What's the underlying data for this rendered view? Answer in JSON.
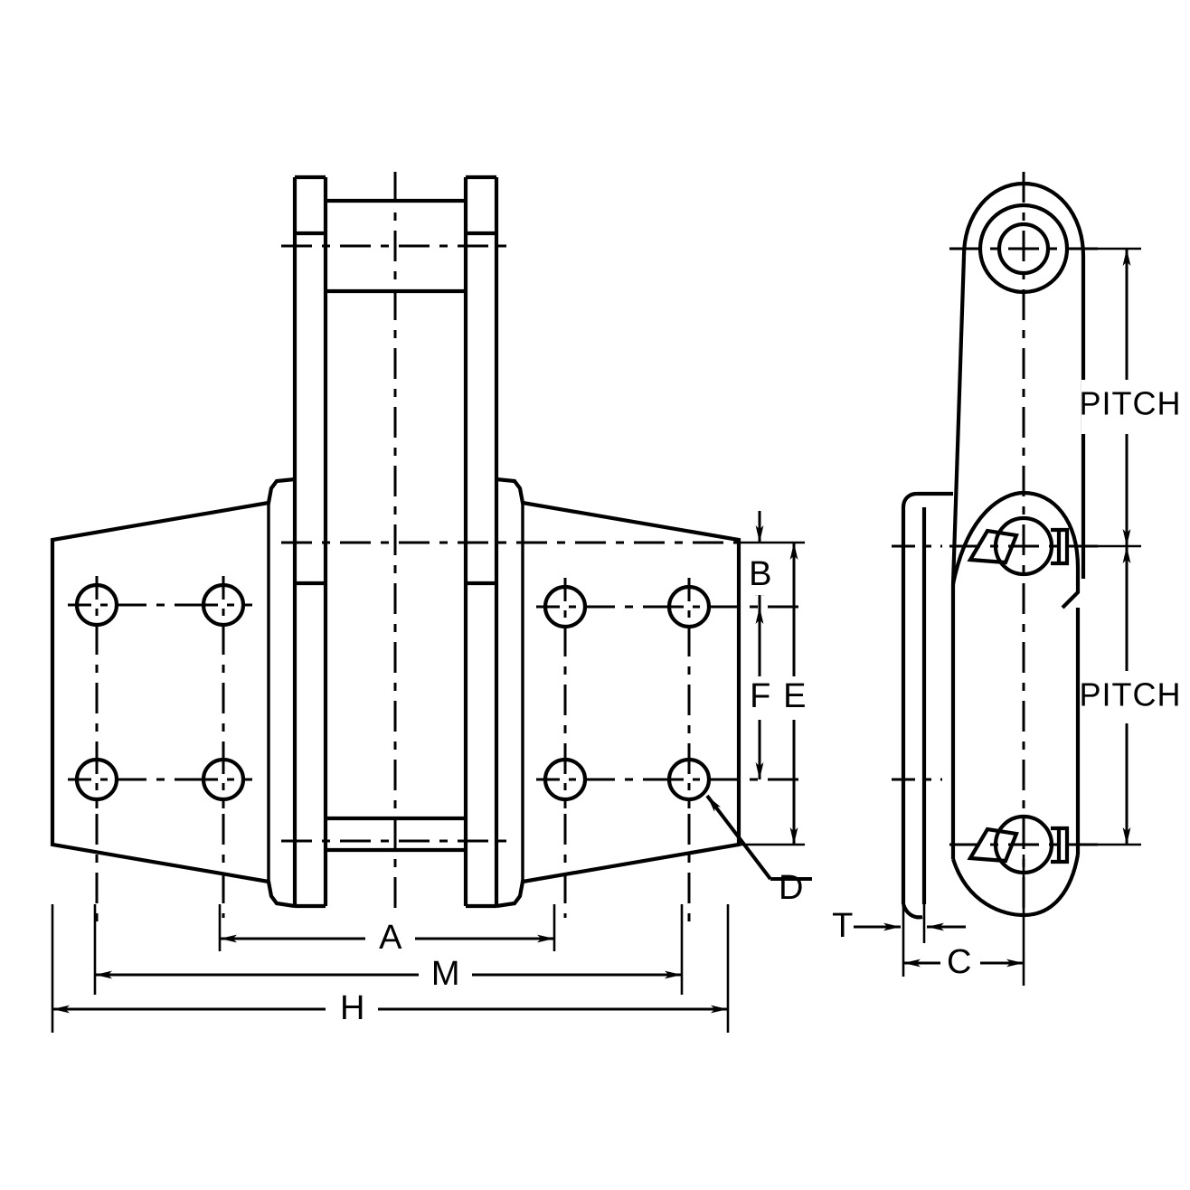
{
  "drawing": {
    "title": "Chain Attachment Link Dimensional Drawing",
    "background_color": "#ffffff",
    "line_color": "#000000",
    "views": [
      {
        "name": "front-view",
        "description": "Front elevation of chain attachment link with four bolt holes in flanged wings"
      },
      {
        "name": "side-view",
        "description": "Side elevation showing pitch spacing between pin centers"
      }
    ],
    "dimension_labels": {
      "a": "A",
      "m": "M",
      "h": "H",
      "b": "B",
      "e": "E",
      "f": "F",
      "d": "D",
      "t": "T",
      "c": "C",
      "pitch_upper": "PITCH",
      "pitch_lower": "PITCH"
    },
    "features": {
      "bolt_hole_count": 4,
      "pin_boss_count": 2,
      "cotter_pin_count": 2
    }
  }
}
